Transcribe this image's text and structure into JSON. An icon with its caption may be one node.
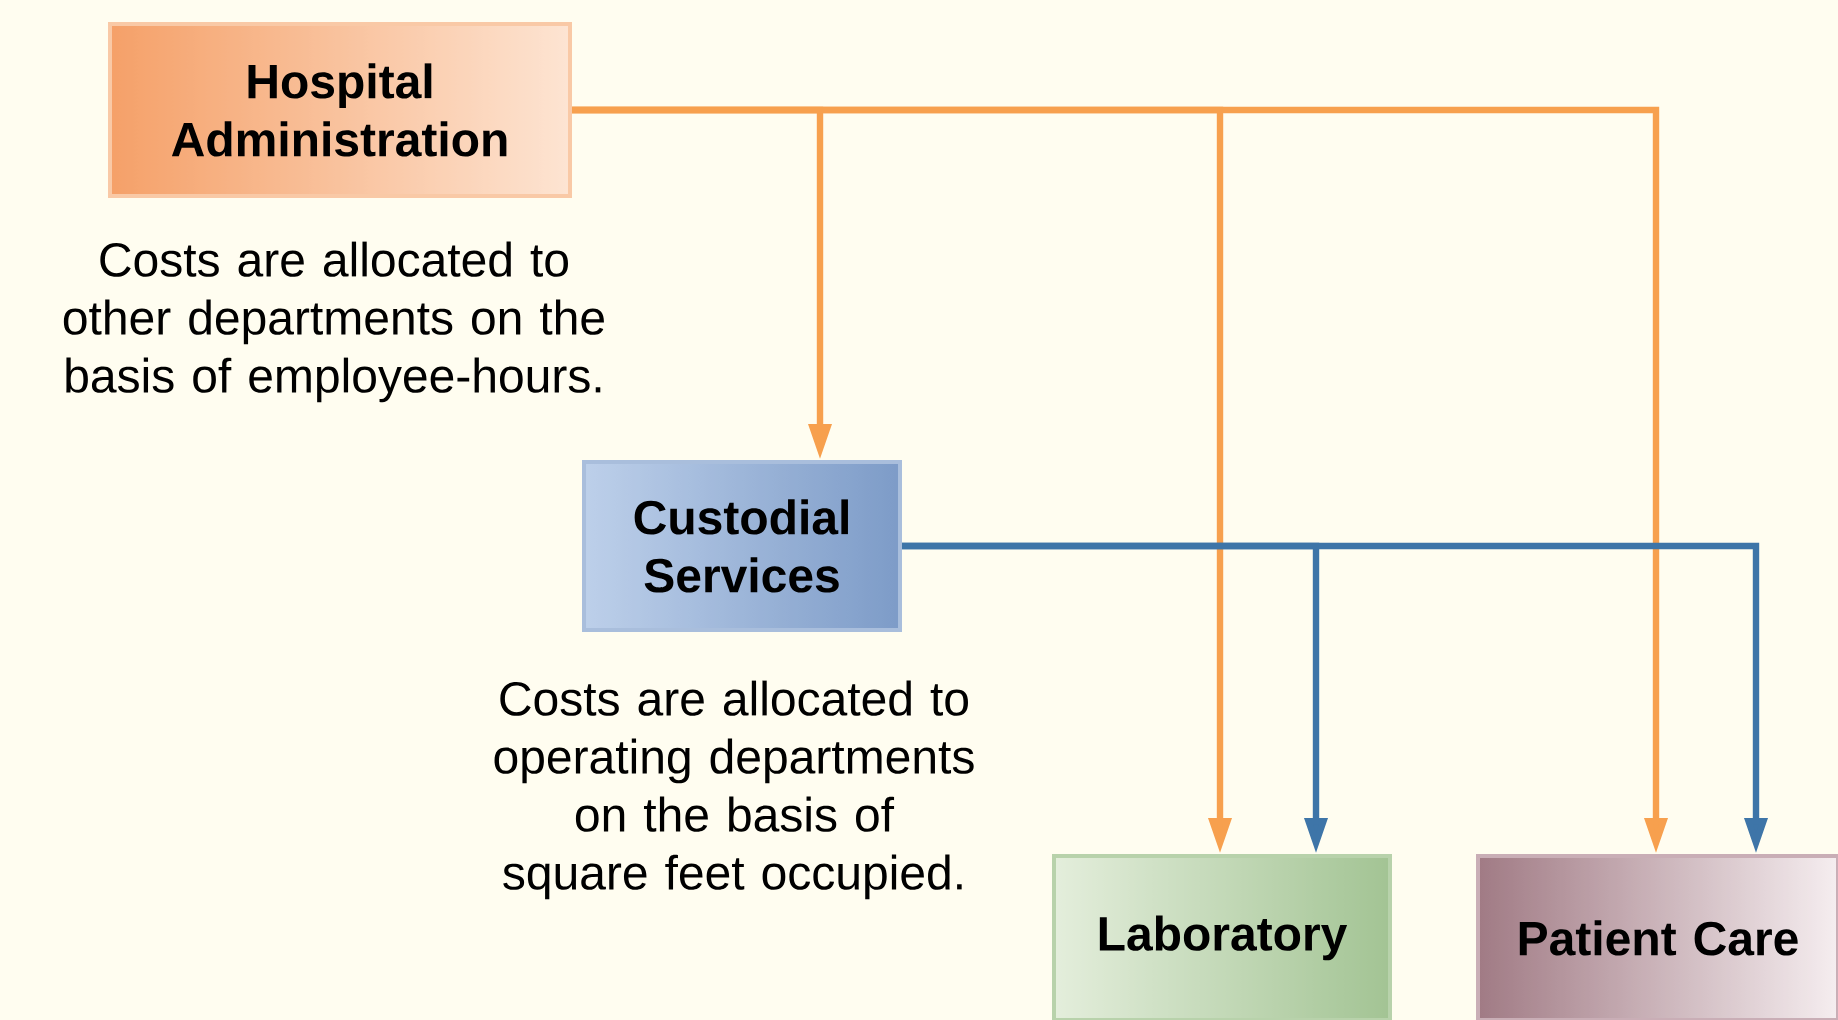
{
  "diagram": {
    "nodes": [
      {
        "text": [
          "Hospital Administration"
        ]
      },
      {
        "text": [
          "Custodial Services"
        ]
      },
      {
        "text": [
          "Laboratory"
        ]
      },
      {
        "text": [
          "Patient Care"
        ]
      }
    ],
    "edges": [
      {
        "from": 0,
        "to": 1,
        "arrow": "to",
        "color": "#f7a04e"
      },
      {
        "from": 0,
        "to": 2,
        "arrow": "to",
        "color": "#f7a04e"
      },
      {
        "from": 0,
        "to": 3,
        "arrow": "to",
        "color": "#f7a04e"
      },
      {
        "from": 1,
        "to": 2,
        "arrow": "to",
        "color": "#3e75a8"
      },
      {
        "from": 1,
        "to": 3,
        "arrow": "to",
        "color": "#3e75a8"
      }
    ],
    "labels": [
      "Costs are allocated to other departments on the basis of employee-hours.",
      "Costs are allocated to operating departments on the basis of square feet occupied."
    ]
  }
}
